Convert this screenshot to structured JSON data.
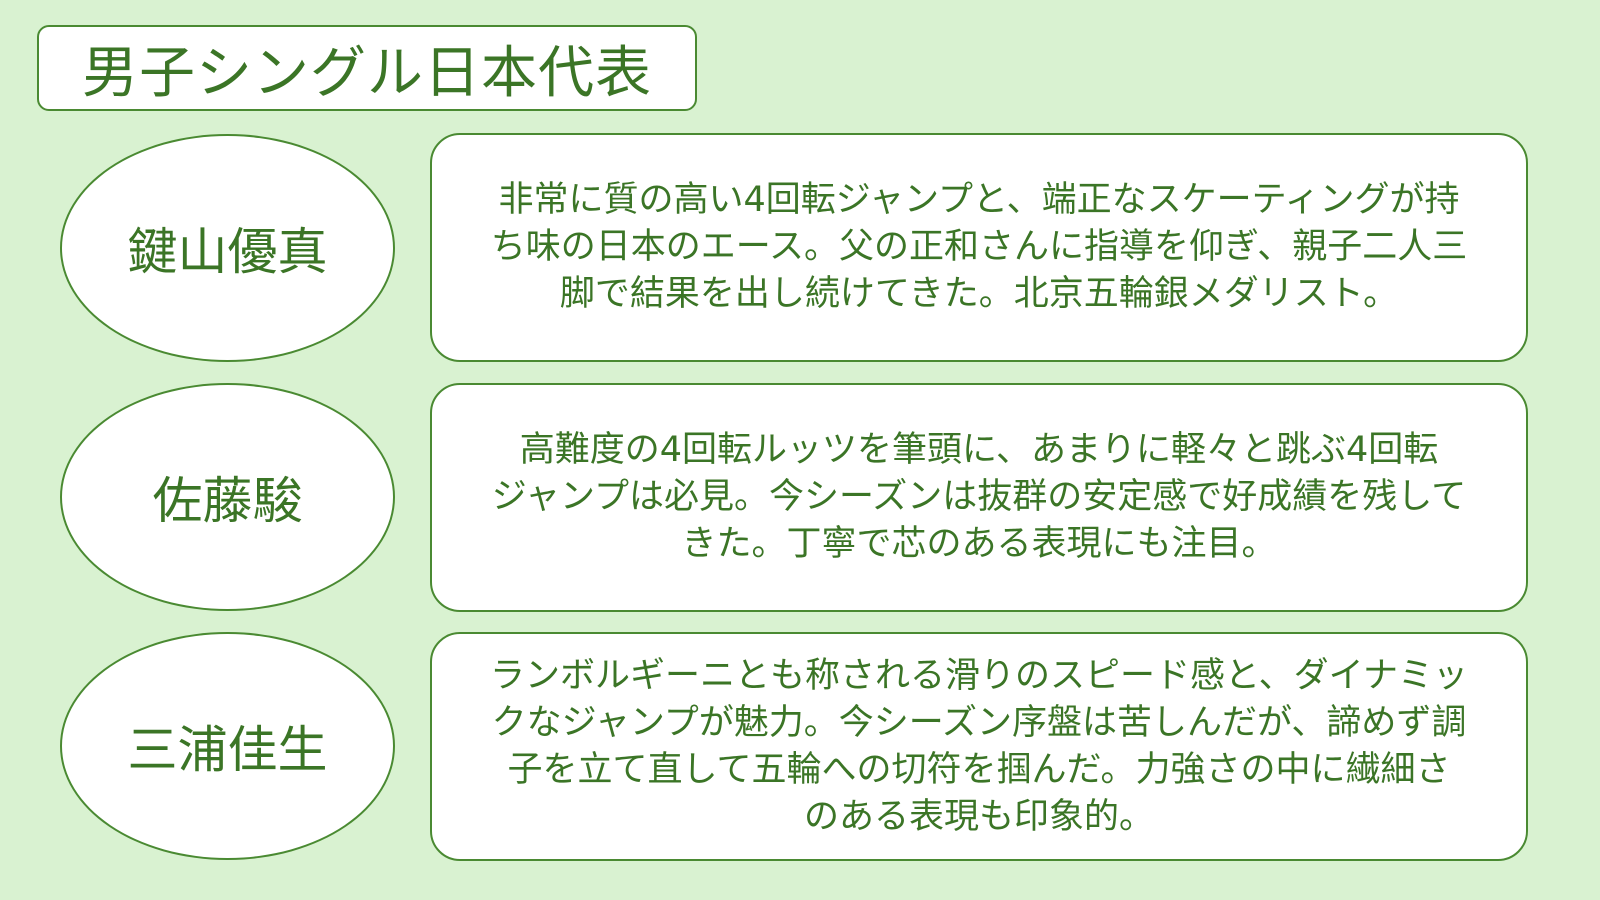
{
  "title": "男子シングル日本代表",
  "athletes": [
    {
      "name": "鍵山優真",
      "description_lines": [
        "非常に質の高い4回転ジャンプと、端正なスケーティングが持",
        "ち味の日本のエース。父の正和さんに指導を仰ぎ、親子二人三",
        "脚で結果を出し続けてきた。北京五輪銀メダリスト。"
      ]
    },
    {
      "name": "佐藤駿",
      "description_lines": [
        "高難度の4回転ルッツを筆頭に、あまりに軽々と跳ぶ4回転",
        "ジャンプは必見。今シーズンは抜群の安定感で好成績を残して",
        "きた。丁寧で芯のある表現にも注目。"
      ]
    },
    {
      "name": "三浦佳生",
      "description_lines": [
        "ランボルギーニとも称される滑りのスピード感と、ダイナミッ",
        "クなジャンプが魅力。今シーズン序盤は苦しんだが、諦めず調",
        "子を立て直して五輪への切符を掴んだ。力強さの中に繊細さ",
        "のある表現も印象的。"
      ]
    }
  ],
  "colors": {
    "background": "#d9f2d1",
    "accent": "#3b7526"
  }
}
